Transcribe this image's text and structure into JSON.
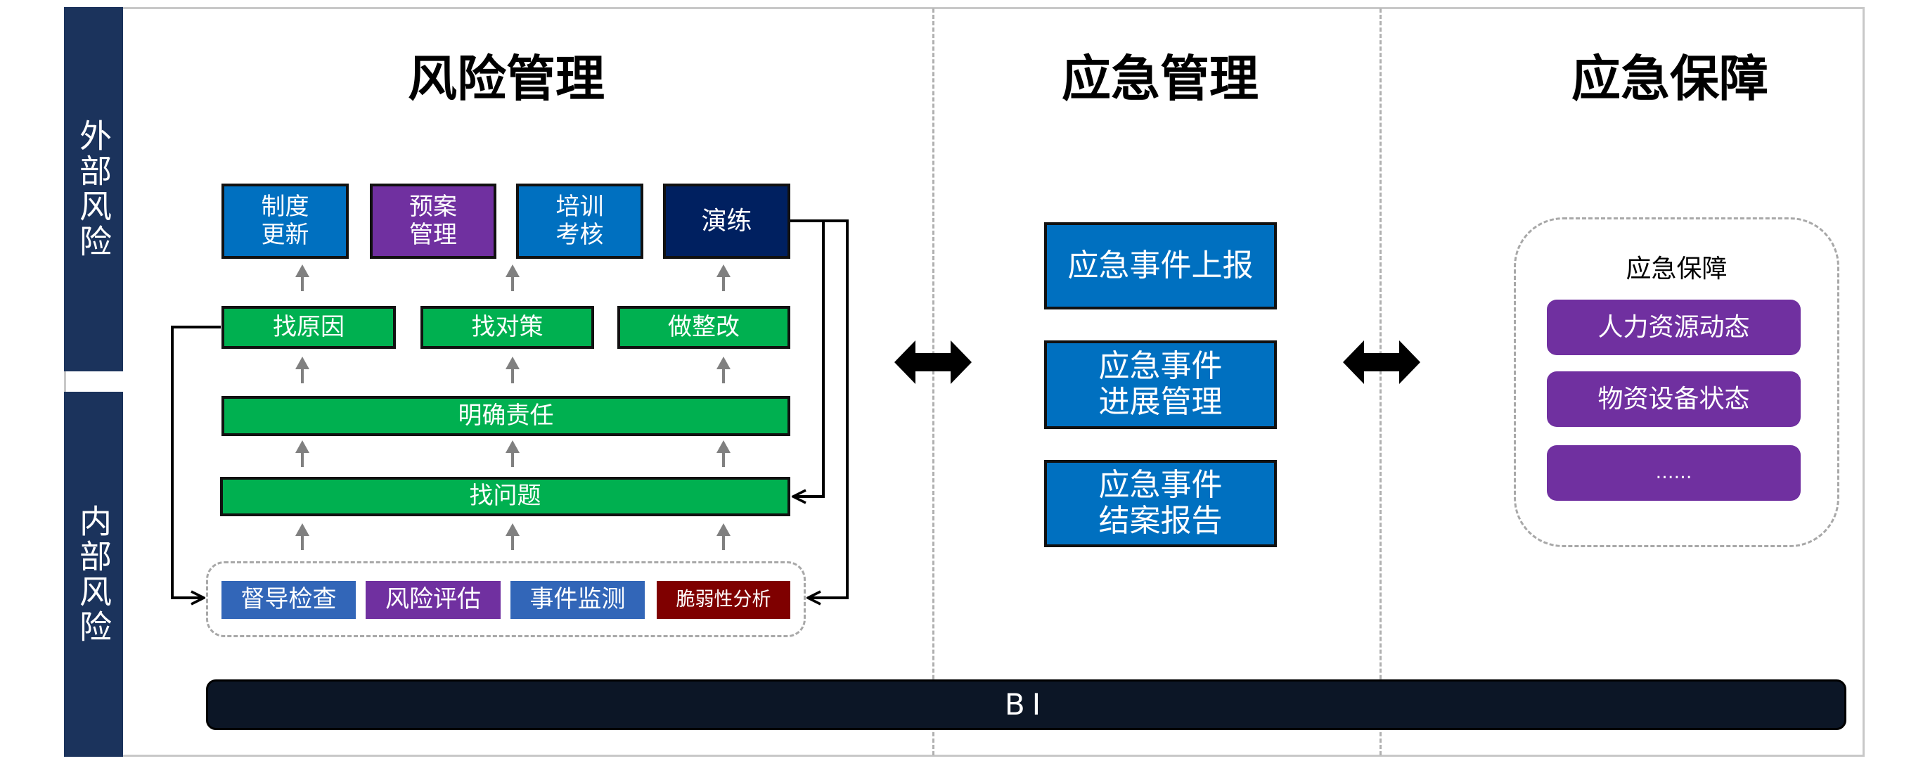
{
  "sidebar": {
    "external_label": "外部风险",
    "internal_label": "内部风险"
  },
  "sections": {
    "risk": {
      "title": "风险管理"
    },
    "emergency": {
      "title": "应急管理"
    },
    "guarantee": {
      "title": "应急保障"
    }
  },
  "risk": {
    "top_boxes": [
      {
        "label": "制度\n更新",
        "color": "#0070c0"
      },
      {
        "label": "预案\n管理",
        "color": "#7030a0"
      },
      {
        "label": "培训\n考核",
        "color": "#0070c0"
      },
      {
        "label": "演练",
        "color": "#002060"
      }
    ],
    "action_boxes": [
      "找原因",
      "找对策",
      "做整改"
    ],
    "responsibility": "明确责任",
    "find_problem": "找问题",
    "sources": [
      {
        "label": "督导检查",
        "color": "#3266b8"
      },
      {
        "label": "风险评估",
        "color": "#7030a0"
      },
      {
        "label": "事件监测",
        "color": "#3266b8"
      },
      {
        "label": "脆弱性分析",
        "color": "#7f0000"
      }
    ]
  },
  "emergency": {
    "steps": [
      "应急事件上报",
      "应急事件\n进展管理",
      "应急事件\n结案报告"
    ]
  },
  "guarantee": {
    "group_title": "应急保障",
    "items": [
      "人力资源动态",
      "物资设备状态",
      "……"
    ]
  },
  "bi_bar": {
    "label": "BI"
  },
  "colors": {
    "sidebar": "#1b335c",
    "green": "#00b050",
    "blue": "#0070c0",
    "purple": "#7030a0",
    "navy": "#002060",
    "dark_red": "#7f0000",
    "bi": "#0c1626"
  }
}
